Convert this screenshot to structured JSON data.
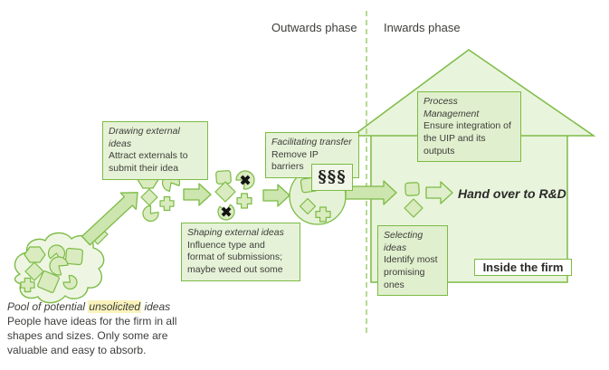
{
  "phases": {
    "outwards": "Outwards phase",
    "inwards": "Inwards phase"
  },
  "boxes": {
    "drawing": {
      "title": "Drawing external ideas",
      "lines": [
        "Attract externals to",
        "submit their idea"
      ]
    },
    "shaping": {
      "title": "Shaping external ideas",
      "lines": [
        "Influence type and",
        "format of submissions;",
        "maybe weed out some"
      ]
    },
    "facilitating": {
      "title": "Facilitating transfer",
      "lines": [
        "Remove IP barriers"
      ]
    },
    "process": {
      "title": "Process Management",
      "lines": [
        "Ensure integration of",
        "the UIP and its outputs"
      ]
    },
    "selecting": {
      "title": "Selecting ideas",
      "lines": [
        "Identify most",
        "promising ones"
      ]
    }
  },
  "labels": {
    "hand_over": "Hand over to R&D",
    "inside_firm": "Inside the firm",
    "section_signs": "§§§"
  },
  "pool": {
    "title_pre": "Pool of potential ",
    "title_highlight": "unsolicited",
    "title_post": " ideas",
    "lines": [
      "People have ideas for the firm in all",
      "shapes and sizes. Only some are",
      "valuable and easy to absorb."
    ]
  },
  "icons": {
    "x_mark": "✖"
  },
  "colors": {
    "green_border": "#7cbb45",
    "light_green_fill": "#e9f4dc",
    "box_fill": "#e6f2d7",
    "arrow_fill": "#cde5ae",
    "shape_fill": "#d9ebbf",
    "dashed_divider": "#a4d077",
    "highlight_yellow": "#faf3bc",
    "text": "#3d3d3b"
  }
}
